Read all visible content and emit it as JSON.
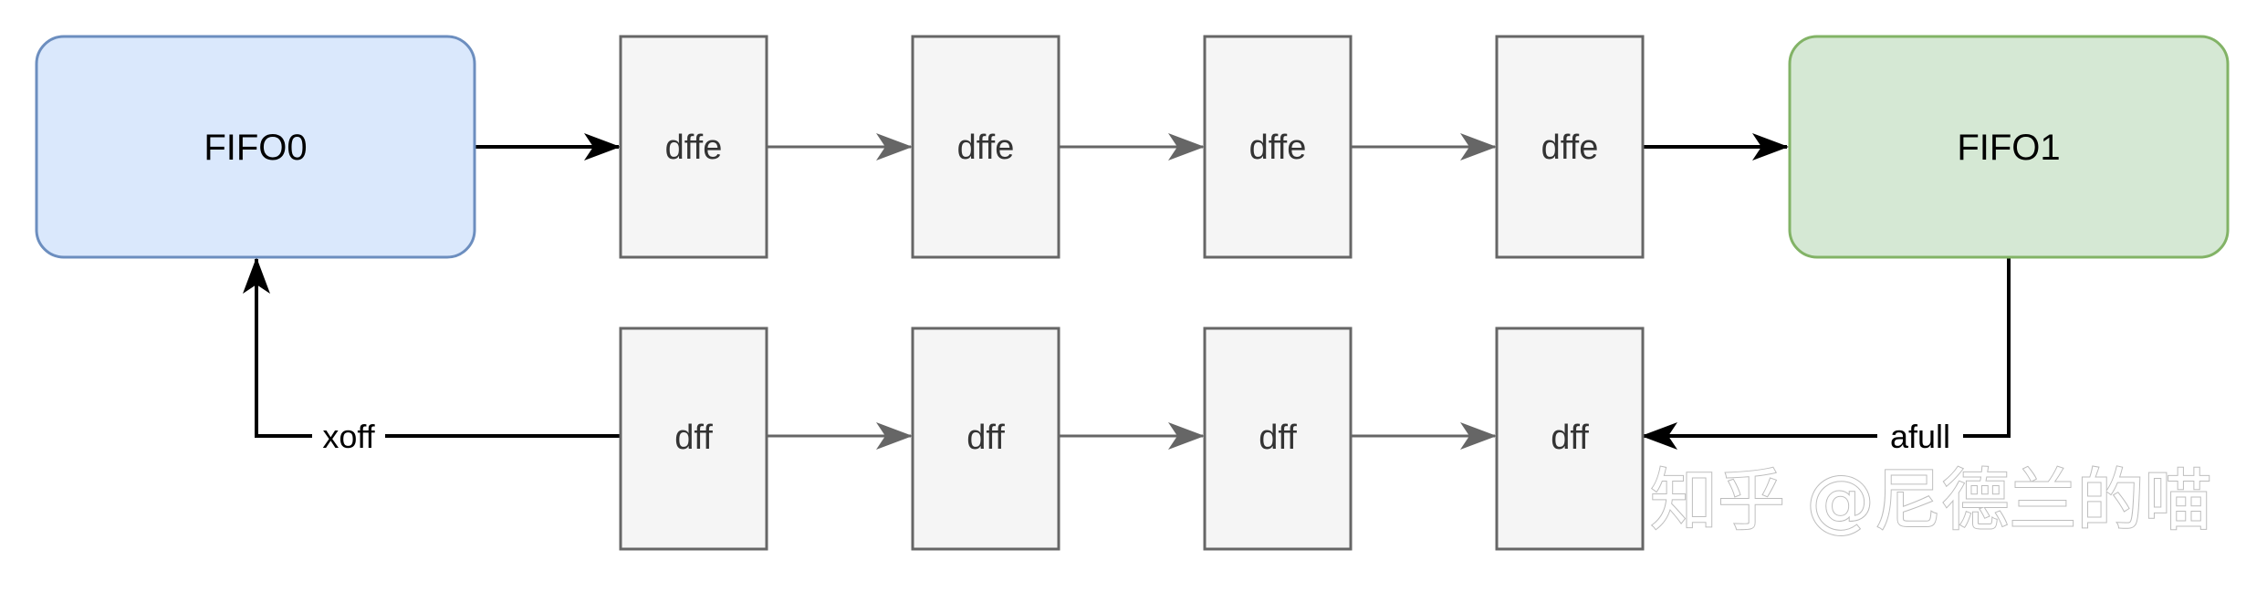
{
  "nodes": {
    "fifo0": {
      "label": "FIFO0"
    },
    "fifo1": {
      "label": "FIFO1"
    },
    "top_regs": [
      {
        "label": "dffe"
      },
      {
        "label": "dffe"
      },
      {
        "label": "dffe"
      },
      {
        "label": "dffe"
      }
    ],
    "bottom_regs": [
      {
        "label": "dff"
      },
      {
        "label": "dff"
      },
      {
        "label": "dff"
      },
      {
        "label": "dff"
      }
    ]
  },
  "edges": {
    "afull_label": "afull",
    "xoff_label": "xoff"
  },
  "watermark": {
    "text": "知乎 @尼德兰的喵"
  },
  "colors": {
    "fifo0_fill": "#dae8fc",
    "fifo0_stroke": "#6c8ebf",
    "fifo1_fill": "#d5e8d4",
    "fifo1_stroke": "#82b366",
    "reg_fill": "#f5f5f5",
    "reg_stroke": "#666666",
    "gray_edge": "#666666",
    "black_edge": "#000000"
  }
}
